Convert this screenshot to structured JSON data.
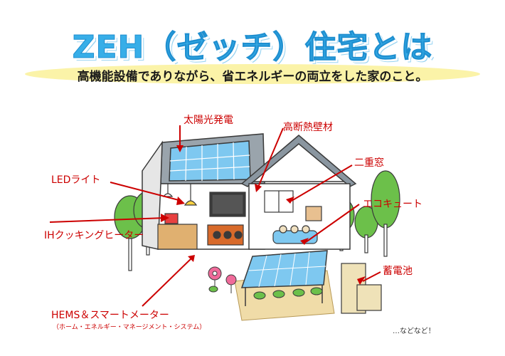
{
  "title": "ZEH（ゼッチ）住宅とは",
  "subtitle": "高機能設備でありながら、省エネルギーの両立をした家のこと。",
  "labels": {
    "solar": "太陽光発電",
    "insulation": "高断熱壁材",
    "double_window": "二重窓",
    "led": "LEDライト",
    "ecocute": "エコキュート",
    "ih": "IHクッキングヒーター",
    "battery": "蓄電池",
    "hems": "HEMS＆スマートメーター",
    "hems_sub": "（ホーム・エネルギー・マネージメント・システム）",
    "etc": "…などなど！"
  },
  "colors": {
    "title": "#37aee8",
    "label": "#cc0000",
    "wall": "#ffffff",
    "roof": "#8a96a0",
    "panel": "#7ec8f0",
    "tree": "#6cc04a",
    "ground": "#f0dca8"
  }
}
